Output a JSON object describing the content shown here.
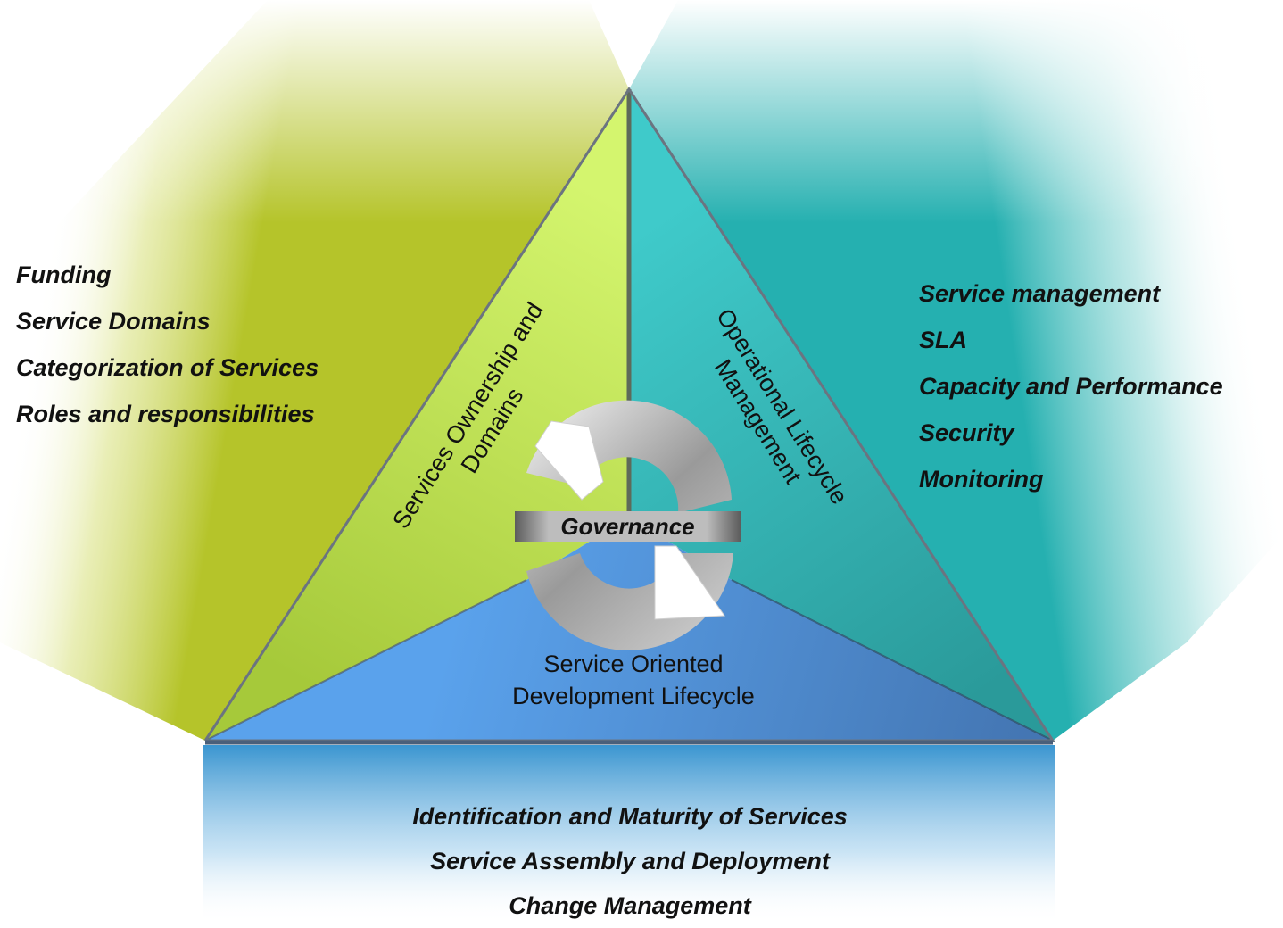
{
  "left_list": {
    "items": [
      "Funding",
      "Service Domains",
      "Categorization of Services",
      "Roles and responsibilities"
    ]
  },
  "right_list": {
    "items": [
      "Service management",
      "SLA",
      "Capacity and Performance",
      "Security",
      "Monitoring"
    ]
  },
  "bottom_list": {
    "items": [
      "Identification and Maturity of Services",
      "Service Assembly and Deployment",
      "Change Management"
    ]
  },
  "segments": {
    "ownership": [
      "Services Ownership and",
      "Domains"
    ],
    "operational": [
      "Operational Lifecycle",
      "Management"
    ],
    "development": [
      "Service Oriented",
      "Development Lifecycle"
    ]
  },
  "center": {
    "label": "Governance"
  },
  "colors": {
    "green": "#b5d43a",
    "green_light": "#d6f472",
    "teal": "#2fb8b8",
    "teal_light": "#46d0cf",
    "blue": "#4f8fd6",
    "blue_light": "#6aaaf0",
    "cycle_gray": "#a8a8a8"
  }
}
